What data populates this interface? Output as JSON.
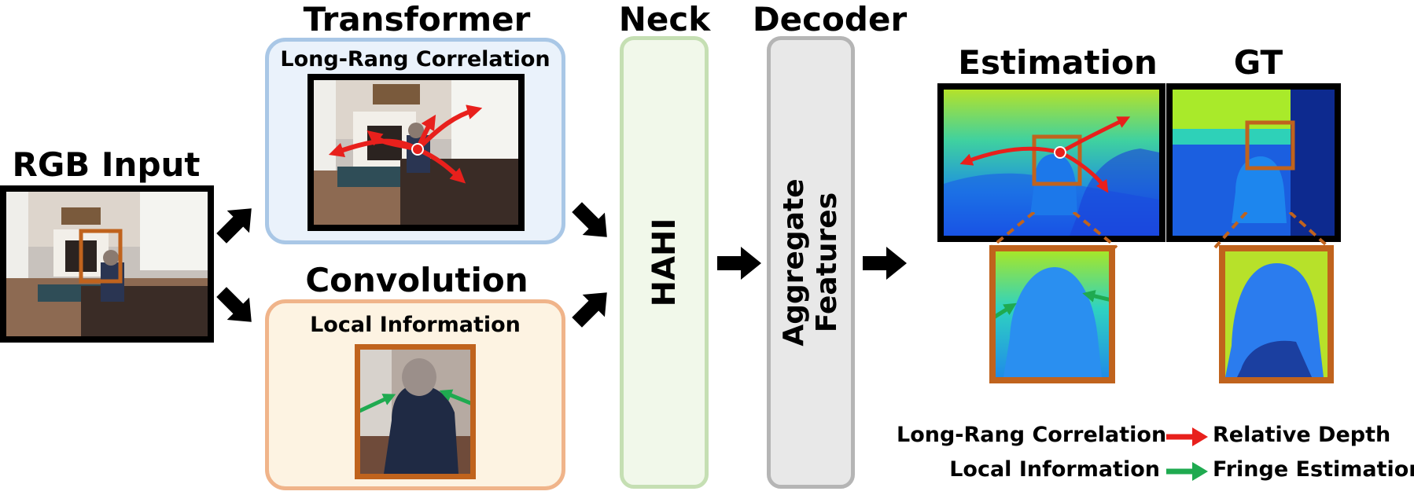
{
  "input": {
    "title": "RGB Input"
  },
  "transformer": {
    "title": "Transformer",
    "subtitle": "Long-Rang Correlation"
  },
  "convolution": {
    "title": "Convolution",
    "subtitle": "Local Information"
  },
  "neck": {
    "title": "Neck",
    "block_label": "HAHI"
  },
  "decoder": {
    "title": "Decoder",
    "block_line1": "Aggregate",
    "block_line2": "Features"
  },
  "estimation": {
    "title": "Estimation"
  },
  "gt": {
    "title": "GT"
  },
  "legend": [
    {
      "left": "Long-Rang Correlation",
      "right": "Relative Depth",
      "arrow_color": "#e8201c"
    },
    {
      "left": "Local Information",
      "right": "Fringe Estimation",
      "arrow_color": "#1faa50"
    }
  ],
  "colors": {
    "transformer_fill": "#eaf2fb",
    "transformer_border": "#a9c7e6",
    "convolution_fill": "#fdf3e2",
    "convolution_border": "#f0b48a",
    "neck_fill": "#f1f8ea",
    "neck_border": "#c5dfb3",
    "decoder_fill": "#e8e8e8",
    "decoder_border": "#b5b5b5",
    "crop_border": "#c0631d"
  }
}
